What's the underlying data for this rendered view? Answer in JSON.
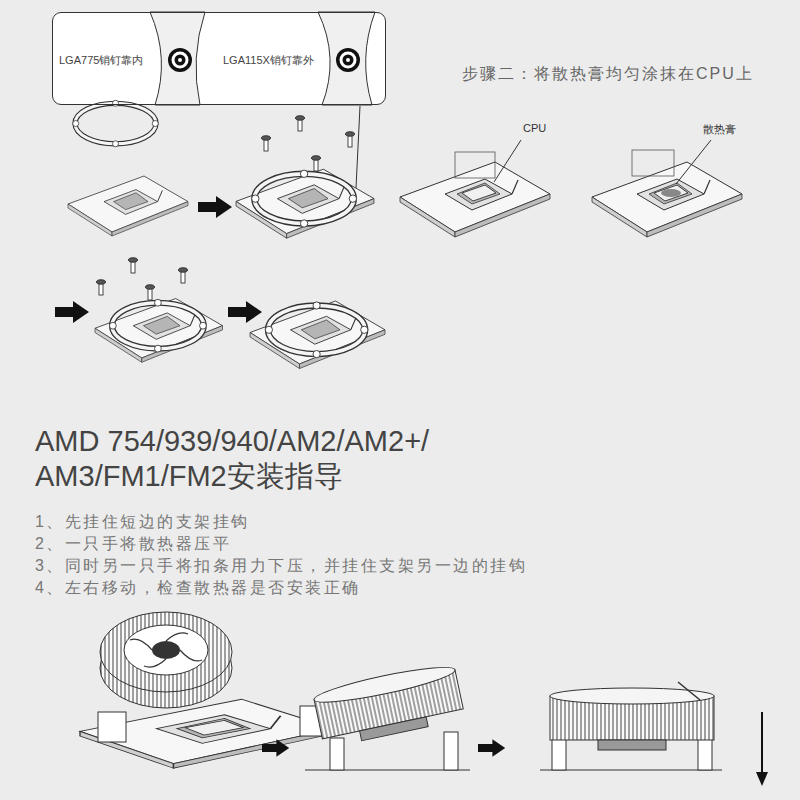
{
  "diagram": {
    "title": "AMD 754/939/940/AM2/AM2+/AM3/FM1/FM2安装指导",
    "nodes": [
      {
        "text": [
          "LGA775销钉靠内",
          "LGA115X销钉靠外"
        ]
      }
    ],
    "edges": [],
    "labels": [
      "步骤二：将散热膏均匀涂抹在CPU上",
      "CPU",
      "散热膏",
      "1、先挂住短边的支架挂钩",
      "2、一只手将散热器压平",
      "3、同时另一只手将扣条用力下压，并挂住支架另一边的挂钩",
      "4、左右移动，检查散热器是否安装正确"
    ]
  }
}
